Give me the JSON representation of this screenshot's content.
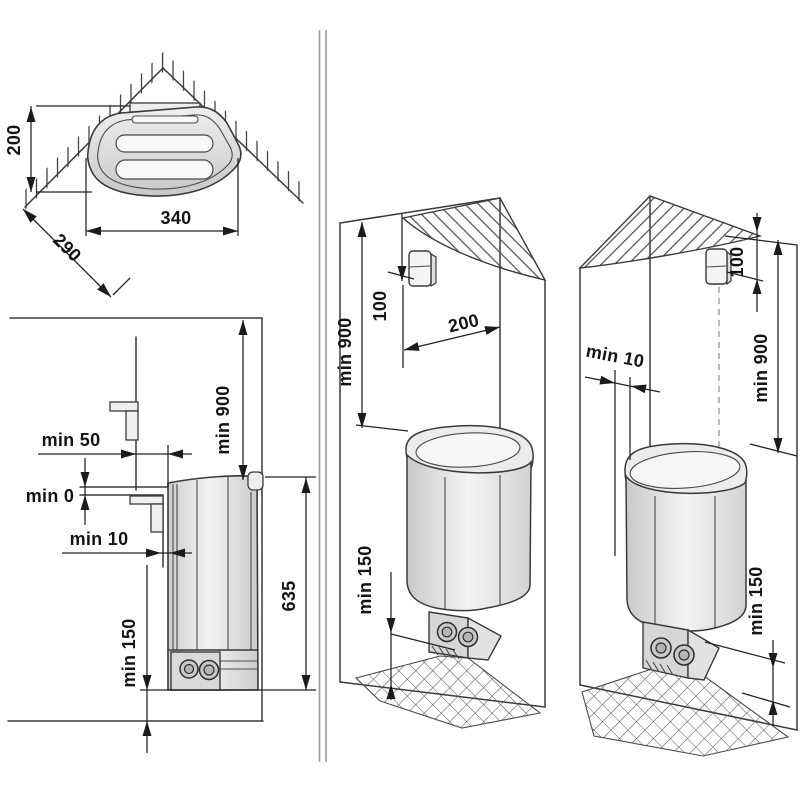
{
  "page": {
    "background": "#ffffff",
    "line_color": "#3a3a3a",
    "metal_fill": "#e3e3e3",
    "divider_color": "#9b9b9b"
  },
  "views": {
    "top": {
      "dim_height": "200",
      "dim_width": "340",
      "dim_diagonal": "290"
    },
    "side": {
      "dim_wall_clearance": "min 50",
      "dim_top_clearance": "min 0",
      "dim_back_clearance": "min 10",
      "dim_ceiling_clearance": "min 900",
      "dim_heater_height": "635",
      "dim_floor_clearance": "min 150"
    },
    "corner_front": {
      "dim_ceiling_clearance": "min 900",
      "dim_sensor_from_ceiling": "100",
      "dim_sensor_from_corner": "200",
      "dim_floor_clearance": "min 150"
    },
    "wall_front": {
      "dim_side_clearance": "min 10",
      "dim_sensor_from_ceiling": "100",
      "dim_ceiling_clearance": "min 900",
      "dim_floor_clearance": "min 150"
    }
  }
}
